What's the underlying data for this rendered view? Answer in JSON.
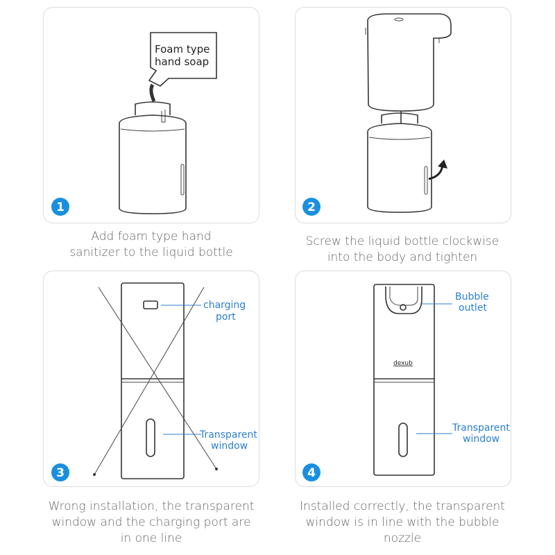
{
  "accent_color": "#1a8fe0",
  "steps": [
    {
      "number": "1",
      "caption_lines": [
        "Add foam type hand",
        "sanitizer to the liquid bottle"
      ],
      "labels": {
        "box_line1": "Foam type",
        "box_line2": "hand soap"
      }
    },
    {
      "number": "2",
      "caption_lines": [
        "Screw the liquid bottle clockwise",
        "into the body and tighten"
      ]
    },
    {
      "number": "3",
      "caption_lines": [
        "Wrong installation, the transparent",
        "window and the charging port are",
        "in one line"
      ],
      "labels": {
        "charging_1": "charging",
        "charging_2": "port",
        "window_1": "Transparent",
        "window_2": "window"
      }
    },
    {
      "number": "4",
      "caption_lines": [
        "Installed correctly, the transparent",
        "window is in line with the bubble",
        "nozzle"
      ],
      "labels": {
        "outlet_1": "Bubble",
        "outlet_2": "outlet",
        "window_1": "Transparent",
        "window_2": "window",
        "brand": "dexub"
      }
    }
  ]
}
